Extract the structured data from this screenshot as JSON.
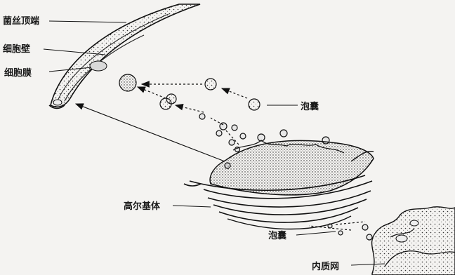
{
  "labels": {
    "hyphal_tip": "菌丝顶端",
    "cell_wall": "细胞壁",
    "cell_membrane": "细胞膜",
    "vesicle_upper": "泡囊",
    "golgi": "高尔基体",
    "vesicle_lower": "泡囊",
    "er": "内质网"
  }
}
